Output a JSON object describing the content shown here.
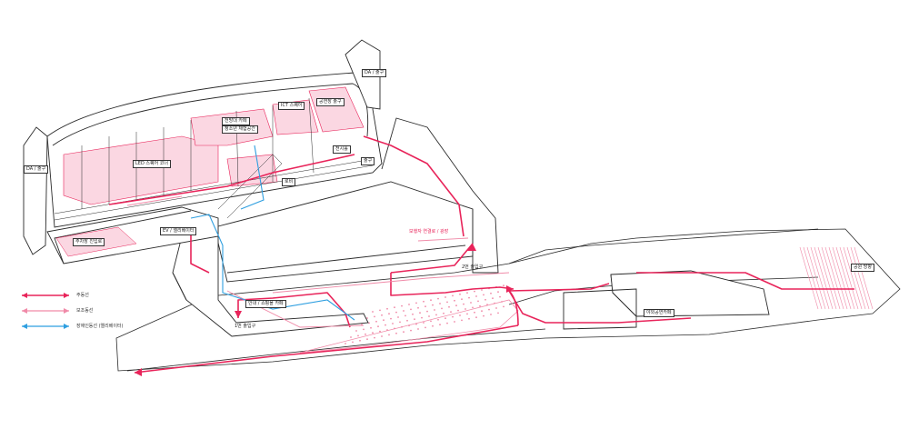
{
  "colors": {
    "main_route": "#e8245a",
    "sub_route": "#f08aa8",
    "accessible_route": "#2f9fe0",
    "structure": "#2a2a2a",
    "pink_fill": "#f7b6c8"
  },
  "legend": [
    {
      "label": "주동선",
      "color": "#e8245a"
    },
    {
      "label": "보조동선",
      "color": "#f08aa8"
    },
    {
      "label": "장애인동선 (엘리베이터)",
      "color": "#2f9fe0"
    }
  ],
  "labels": {
    "da_left": "DA / 출구",
    "da_top": "DA / 출구",
    "ev_left": "EV / 엘리베이터",
    "upper_room_a": "전망대 카페",
    "upper_room_b": "청소년 체험공간",
    "upper_room_c": "ICT 스퀘어",
    "upper_room_d": "공연장 출구",
    "upper_room_e": "전시홀",
    "gallery": "LED 스퀘어 코너",
    "lobby": "로비",
    "right_exit": "출구",
    "lower_left_room": "주차장 진입로",
    "info_cafe": "안내 / 쇼핑몰 카페",
    "exit_1": "1번 출입구",
    "exit_2": "2번 출입구",
    "plaza_note": "보행자 연결로 / 광장",
    "outdoor_building": "야외공연카페",
    "far_right": "공원 방향"
  }
}
